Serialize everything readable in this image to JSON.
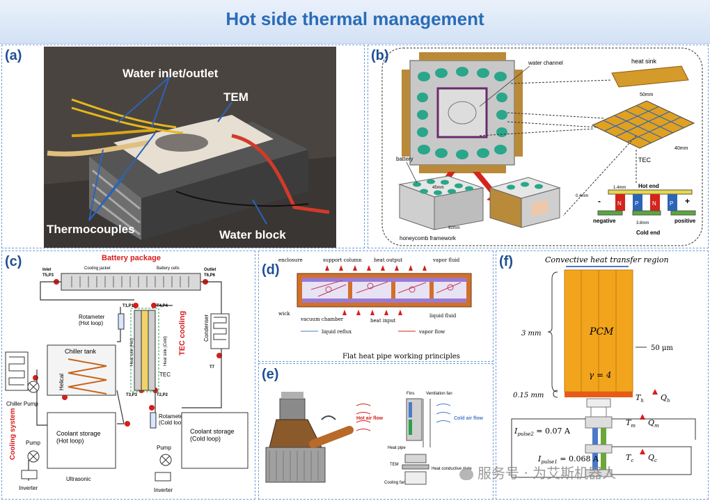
{
  "title": "Hot side thermal management",
  "panel_a": {
    "label": "(a)",
    "water_inlet_outlet": "Water inlet/outlet",
    "tem": "TEM",
    "thermocouples": "Thermocouples",
    "water_block": "Water block"
  },
  "panel_b": {
    "label": "(b)",
    "water_channel": "water channel",
    "heat_sink": "heat sink",
    "heat_sink_dim": "50mm",
    "tec": "TEC",
    "tec_dim": "40mm",
    "battery": "battery",
    "battery_dim": "45mm",
    "honeycomb": "honeycomb framework",
    "honeycomb_dim": "92mm",
    "hot_end": "Hot end",
    "cold_end": "Cold end",
    "negative": "negative",
    "positive": "positive",
    "dim_04": "0.4mm",
    "dim_14": "1.4mm",
    "dim_38": "3.8mm",
    "minus": "-",
    "plus": "+",
    "n": "N",
    "p": "P"
  },
  "panel_c": {
    "label": "(c)",
    "battery_package": "Battery package",
    "cooling_jacket": "Cooling jacket",
    "battery_cells": "Battery cells",
    "inlet": "Inlet",
    "t5p3": "T5,P3",
    "outlet": "Outlet",
    "t6p6": "T6,P6",
    "t1p1": "T1,P1",
    "t4p4": "T4,P4",
    "t3p3": "T3,P3",
    "t2p2": "T2,P2",
    "t7": "T7",
    "rotameter_hot": "Rotameter\n(Hot loop)",
    "rotameter_cold": "Rotameter\n(Cold loop)",
    "chiller_tank": "Chiller tank",
    "helical": "Helical",
    "chiller_pump": "Chiller Pump",
    "cooling_system": "Cooling system",
    "tec_cooling": "TEC cooling",
    "condenser": "Condenser",
    "heat_sink_hot": "Heat sink (Hot)",
    "heat_sink_cold": "Heat sink (Cold)",
    "tec": "TEC",
    "coolant_hot": "Coolant storage\n(Hot loop)",
    "coolant_cold": "Coolant storage\n(Cold loop)",
    "pump1": "Pump",
    "pump2": "Pump",
    "ultrasonic": "Ultrasonic",
    "inverter1": "Inverter",
    "inverter2": "Inverter"
  },
  "panel_d": {
    "label": "(d)",
    "enclosure": "enclosure",
    "support_column": "support column",
    "heat_output": "heat output",
    "vapor_fluid": "vapor fluid",
    "wick": "wick",
    "vacuum_chamber": "vacuum chamber",
    "heat_input": "heat input",
    "liquid_fluid": "liquid fluid",
    "liquid_reflux": "liquid reflux",
    "vapor_flow": "vapor flow",
    "caption": "Flat heat pipe working principles"
  },
  "panel_e": {
    "label": "(e)",
    "fins": "Fins",
    "ventilation_fan": "Ventilation fan",
    "hot_air_flow": "Hot air flow",
    "cold_air_flow": "Cold air flow",
    "heat_pipe": "Heat pipe",
    "tem": "TEM",
    "heat_plate": "Heat conductive plate",
    "cooling_fan": "Cooling fan"
  },
  "panel_f": {
    "label": "(f)",
    "region": "Convective heat transfer region",
    "dim_3mm": "3 mm",
    "pcm": "PCM",
    "dim_50um": "50 μm",
    "gamma": "γ = 4",
    "dim_015": "0.15 mm",
    "th": "T",
    "th_sub": "h",
    "qh": "Q",
    "qh_sub": "h",
    "tm": "T",
    "tm_sub": "m",
    "qm": "Q",
    "qm_sub": "m",
    "tc": "T",
    "tc_sub": "c",
    "qc": "Q",
    "qc_sub": "c",
    "ipulse2": "I",
    "ipulse2_sub": "pulse2",
    "ipulse2_val": " = 0.07 A",
    "ipulse1": "I",
    "ipulse1_sub": "pulse1",
    "ipulse1_val": " = 0.068 A"
  },
  "watermark": "服务号 · 为艾斯机器人",
  "colors": {
    "title": "#2a6cb8",
    "label": "#1f4f96",
    "pcm": "#f2a51c",
    "red_label": "#d71c1c"
  }
}
